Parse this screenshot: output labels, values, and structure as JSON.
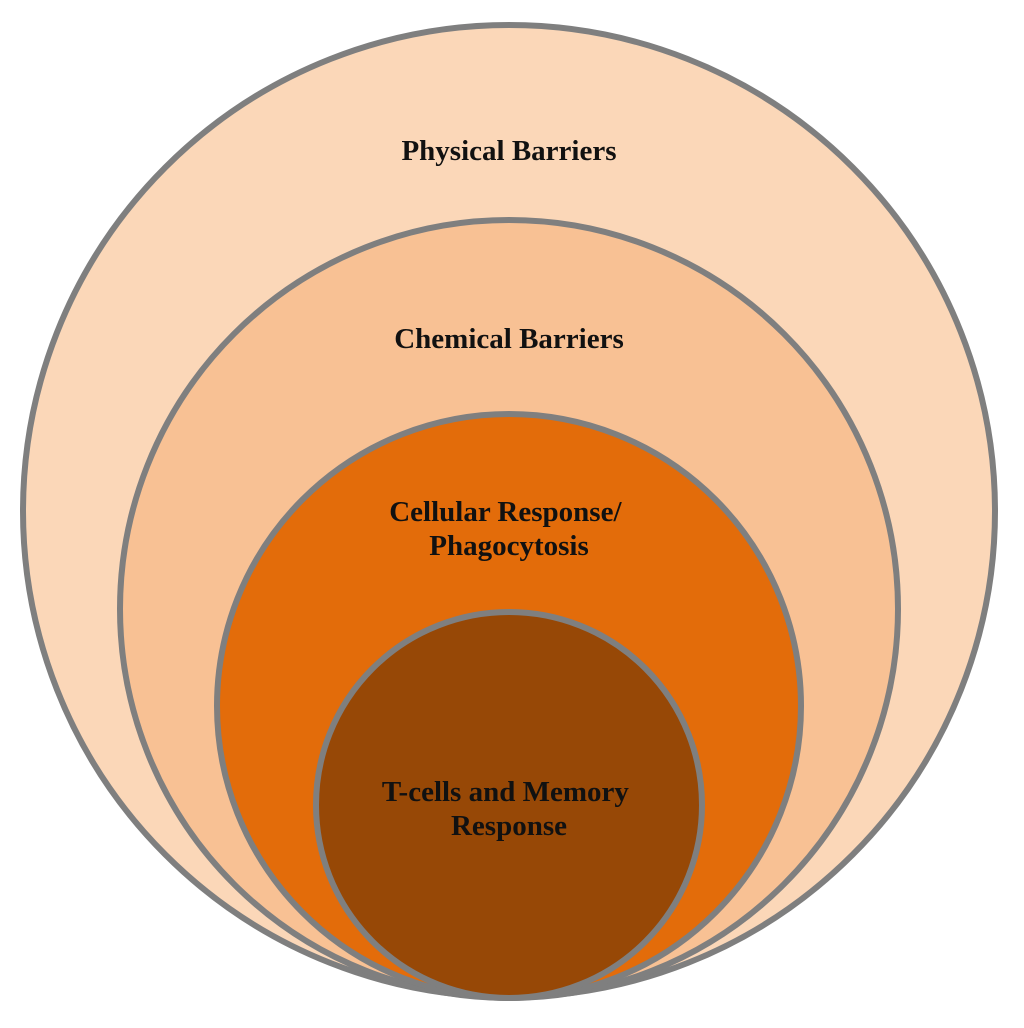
{
  "diagram": {
    "layers": [
      {
        "label_lines": [
          "Physical Barriers"
        ],
        "fill": "#FBD7B8"
      },
      {
        "label_lines": [
          "Chemical Barriers"
        ],
        "fill": "#F8C194"
      },
      {
        "label_lines": [
          "Cellular Response/",
          "Phagocytosis"
        ],
        "fill": "#E36C0A"
      },
      {
        "label_lines": [
          "T-cells and Memory",
          "Response"
        ],
        "fill": "#974806"
      }
    ],
    "outline_color": "#7F7F7F"
  }
}
